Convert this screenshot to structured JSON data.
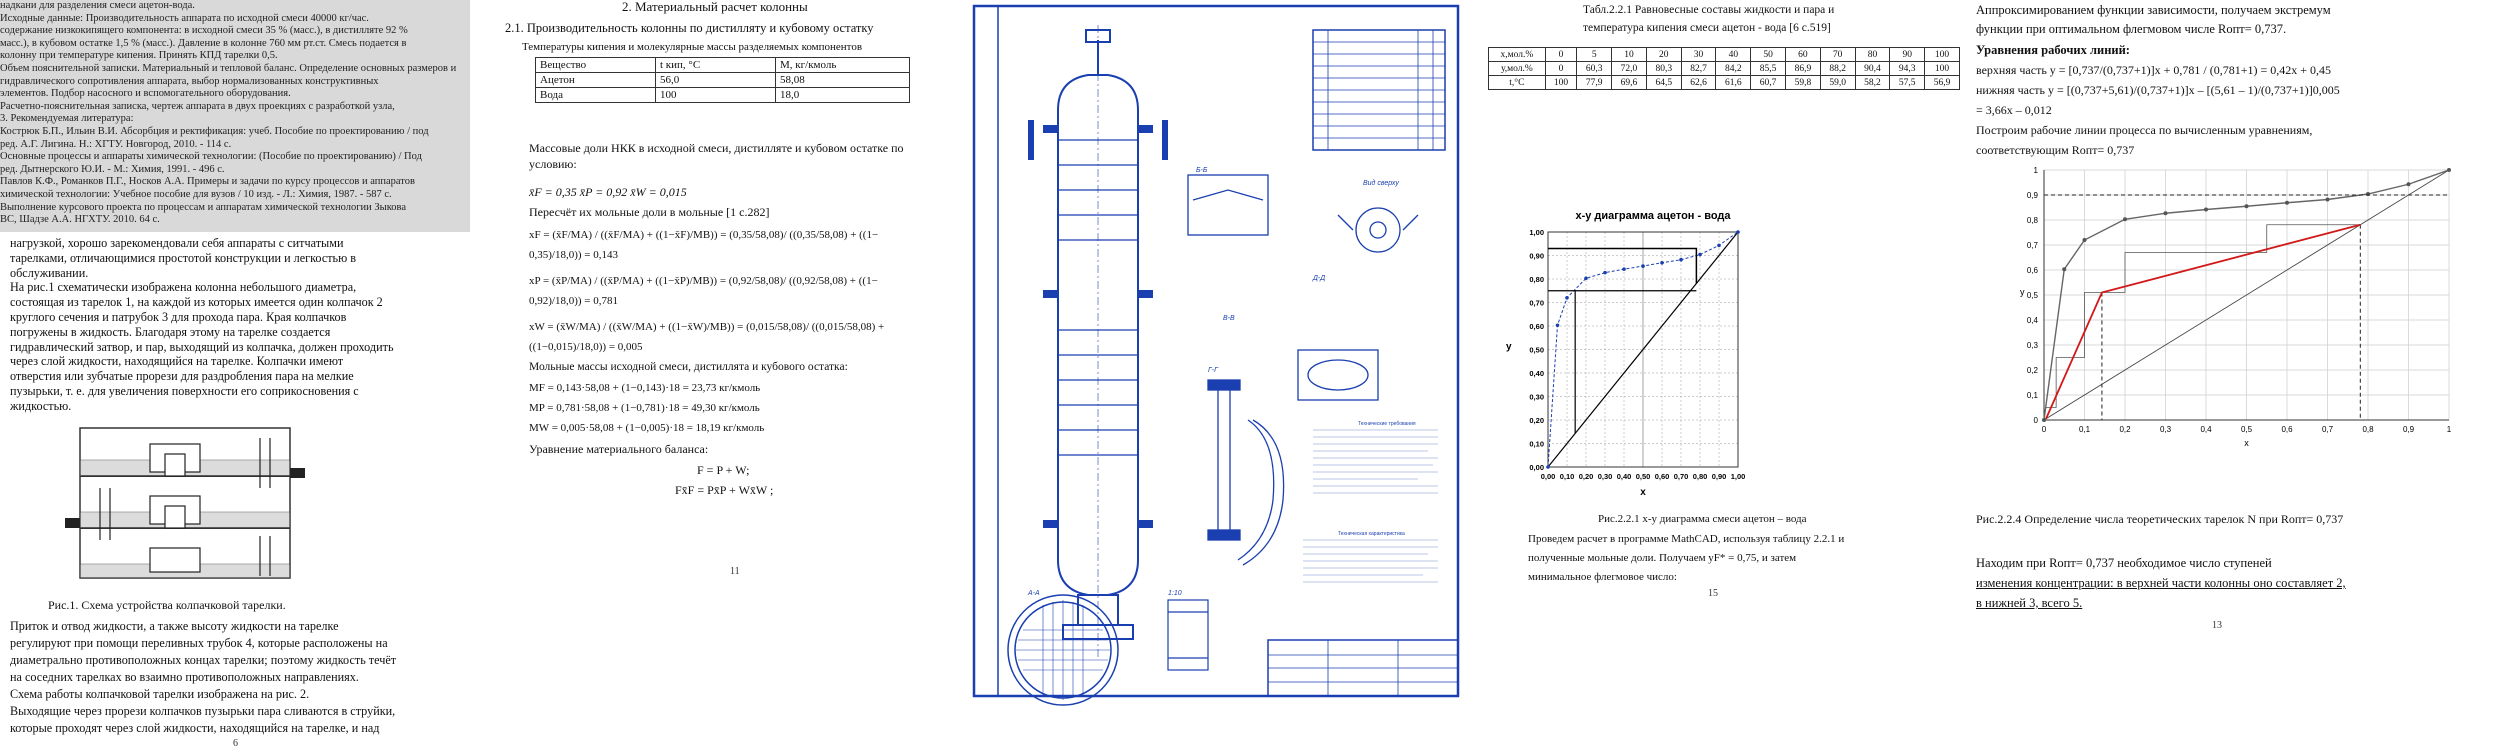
{
  "panel1": {
    "top_lines": [
      "  надкани для разделения смеси ацетон-вода.",
      "  Исходные данные: Производительность аппарата по исходной смеси 40000 кг/час.",
      "  содержание низкокипящего компонента: в исходной смеси 35 % (масс.), в дистилляте 92 %",
      "  масс.), в кубовом остатке 1,5 % (масс.). Давление в колонне 760 мм рт.ст. Смесь подается в",
      "  колонну при температуре кипения. Принять КПД тарелки 0,5.",
      "  Объем пояснительной записки. Материальный и тепловой баланс. Определение основных размеров и",
      "  гидравлического сопротивления аппарата, выбор нормализованных конструктивных",
      "  элементов. Подбор насосного и вспомогательного оборудования.",
      "  Расчетно-пояснительная записка, чертеж аппарата в двух проекциях с разработкой узла,",
      "  3. Рекомендуемая литература:",
      "  Кострюк Б.П., Ильин В.И. Абсорбция и ректификация: учеб. Пособие по проектированию / под",
      "  ред. А.Г. Лигина. Н.: ХГТУ. Новгород, 2010. - 114 с.",
      "  Основные процессы и аппараты химической технологии: (Пособие по проектированию) / Под",
      "  ред. Дытнерского Ю.И. - М.: Химия, 1991. - 496 с.",
      "  Павлов К.Ф., Романков П.Г., Носков А.А. Примеры и задачи по курсу процессов и аппаратов",
      "  химической технологии: Учебное пособие для вузов / 10 изд. - Л.: Химия, 1987. - 587 с.",
      "  Выполнение курсового проекта по процессам и аппаратам химической технологии Зыкова",
      "  ВС, Шадзе А.А. НГХТУ. 2010. 64 с."
    ],
    "body_lines": [
      "нагрузкой, хорошо зарекомендовали себя аппараты с ситчатыми",
      "тарелками, отличающимися простотой конструкции и легкостью в",
      "обслуживании.",
      "     На рис.1 схематически изображена колонна небольшого диаметра,",
      "состоящая из тарелок 1, на каждой из которых имеется один колпачок 2",
      "круглого сечения и патрубок 3 для прохода пара. Края колпачков",
      "погружены в жидкость. Благодаря этому на тарелке создается",
      "гидравлический затвор, и пар, выходящий из колпачка, должен проходить",
      "через слой жидкости, находящийся на тарелке. Колпачки имеют",
      "отверстия или зубчатые прорези для раздробления пара на мелкие",
      "пузырьки, т. е. для увеличения поверхности его соприкосновения с",
      "жидкостью."
    ],
    "caption": "Рис.1. Схема устройства колпачковой тарелки.",
    "after_lines": [
      "     Приток и отвод жидкости, а также высоту жидкости на тарелке",
      "регулируют при помощи переливных трубок 4, которые расположены на",
      "диаметрально противоположных концах тарелки; поэтому жидкость течёт",
      "на соседних тарелках во взаимно противоположных направлениях.",
      "     Схема работы колпачковой тарелки изображена на рис. 2.",
      "Выходящие через прорези колпачков пузырьки пара сливаются в струйки,",
      "которые проходят через слой жидкости, находящийся на тарелке, и над"
    ],
    "page": "6"
  },
  "panel2": {
    "section": "2.  Материальный расчет колонны",
    "subsection": "2.1. Производительность колонны по дистилляту и кубовому остатку",
    "table_title": "Температуры кипения и молекулярные массы разделяемых компонентов",
    "table": {
      "headers": [
        "Вещество",
        "t кип, °С",
        "M, кг/кмоль"
      ],
      "rows": [
        [
          "Ацетон",
          "56,0",
          "58,08"
        ],
        [
          "Вода",
          "100",
          "18,0"
        ]
      ]
    },
    "mass_fractions": "Массовые доли НКК в исходной смеси, дистилляте и кубовом   остатке по",
    "condition": "условию:",
    "values_line": "x̄F = 0,35   x̄P = 0,92   x̄W = 0,015",
    "recalc": "Пересчёт их мольные доли в мольные [1 с.282]",
    "eq1a": "xF = (x̄F/MА) / ((x̄F/MА) + ((1−x̄F)/MВ)) = (0,35/58,08)/ ((0,35/58,08) + ((1−",
    "eq1b": "0,35)/18,0)) = 0,143",
    "eq2a": "xP = (x̄P/MА) / ((x̄P/MА) + ((1−x̄P)/MВ)) = (0,92/58,08)/ ((0,92/58,08) + ((1−",
    "eq2b": "0,92)/18,0)) = 0,781",
    "eq3a": "xW = (x̄W/MА) / ((x̄W/MА) + ((1−x̄W)/MВ)) = (0,015/58,08)/ ((0,015/58,08) +",
    "eq3b": "((1−0,015)/18,0)) = 0,005",
    "molar_text": "     Мольные массы исходной смеси, дистиллята и кубового остатка:",
    "mf": "MF = 0,143·58,08 + (1−0,143)·18 = 23,73 кг/кмоль",
    "mp": "MP = 0,781·58,08 + (1−0,781)·18 = 49,30 кг/кмоль",
    "mw": "MW = 0,005·58,08 + (1−0,005)·18 = 18,19 кг/кмоль",
    "balance": "Уравнение материального баланса:",
    "balance_eq1": "F = P + W;",
    "balance_eq2": "Fx̄F = Px̄P + Wx̄W ;",
    "page": "11"
  },
  "panel3": {
    "views": [
      "Б-Б",
      "В-В",
      "А-А",
      "Г-Г",
      "Д-Д",
      "1:10",
      "Вид сверху"
    ],
    "notes_title": "Технические требования",
    "specs_title": "Техническая характеристика"
  },
  "panel4": {
    "table_caption1": "Табл.2.2.1 Равновесные   составы   жидкости   и   пара   и",
    "table_caption2": "температура кипения смеси ацетон - вода [6 с.519]",
    "table": {
      "rows": [
        [
          "х,мол.%",
          "0",
          "5",
          "10",
          "20",
          "30",
          "40",
          "50",
          "60",
          "70",
          "80",
          "90",
          "100"
        ],
        [
          "у,мол.%",
          "0",
          "60,3",
          "72,0",
          "80,3",
          "82,7",
          "84,2",
          "85,5",
          "86,9",
          "88,2",
          "90,4",
          "94,3",
          "100"
        ],
        [
          "t,°С",
          "100",
          "77,9",
          "69,6",
          "64,5",
          "62,6",
          "61,6",
          "60,7",
          "59,8",
          "59,0",
          "58,2",
          "57,5",
          "56,9"
        ]
      ]
    },
    "chart_title": "x-y диаграмма ацетон - вода",
    "y_label": "y",
    "x_label": "x",
    "caption": "Рис.2.2.1 х-у диаграмма смеси ацетон – вода",
    "text1": "     Проведем расчет в программе MathCAD, используя таблицу 2.2.1 и",
    "text2": "полученные мольные доли. Получаем yF* = 0,75, и затем",
    "text3": "минимальное флегмовое число:",
    "page": "15"
  },
  "panel5": {
    "line1": "Аппроксимированием функции зависимости, получаем экстремум",
    "line2": "функции при оптимальном флегмовом числе Rопт= 0,737.",
    "line3": "Уравнения рабочих линий:",
    "line4": "верхняя часть у = [0,737/(0,737+1)]x + 0,781 / (0,781+1) = 0,42x + 0,45",
    "line5": "нижняя часть у = [(0,737+5,61)/(0,737+1)]x – [(5,61 – 1)/(0,737+1)]0,005",
    "line6": "= 3,66x – 0,012",
    "line7": "Построим рабочие линии процесса по вычисленным уравнениям,",
    "line8": "соответствующим Rопт= 0,737",
    "y_label": "y",
    "x_label": "x",
    "caption": "Рис.2.2.4 Определение числа теоретических тарелок N при Rопт= 0,737",
    "text1": "     Находим   при   Rопт= 0,737  необходимое    число    ступеней",
    "text2": "изменения концентрации: в верхней части колонны оно  составляет 2,",
    "text3": "в  нижней 3, всего 5.",
    "page": "13"
  },
  "chart_data": [
    {
      "type": "line",
      "title": "x-y диаграмма ацетон - вода",
      "xlabel": "x",
      "ylabel": "y",
      "xlim": [
        0,
        1
      ],
      "ylim": [
        0,
        1
      ],
      "x_ticks": [
        "0,00",
        "0,10",
        "0,20",
        "0,30",
        "0,40",
        "0,50",
        "0,60",
        "0,70",
        "0,80",
        "0,90",
        "1,00"
      ],
      "y_ticks": [
        "0,00",
        "0,10",
        "0,20",
        "0,30",
        "0,40",
        "0,50",
        "0,60",
        "0,70",
        "0,80",
        "0,90",
        "1,00"
      ],
      "grid": true,
      "series": [
        {
          "x": [
            0,
            0.05,
            0.1,
            0.2,
            0.3,
            0.4,
            0.5,
            0.6,
            0.7,
            0.8,
            0.9,
            1.0
          ],
          "y": [
            0,
            0.603,
            0.72,
            0.803,
            0.827,
            0.842,
            0.855,
            0.869,
            0.882,
            0.904,
            0.943,
            1.0
          ]
        },
        {
          "x": [
            0,
            1
          ],
          "y": [
            0,
            1
          ]
        }
      ]
    },
    {
      "type": "line",
      "xlabel": "x",
      "ylabel": "y",
      "xlim": [
        0,
        1
      ],
      "ylim": [
        0,
        1
      ],
      "x_ticks": [
        "0",
        "0,1",
        "0,2",
        "0,3",
        "0,4",
        "0,5",
        "0,6",
        "0,7",
        "0,8",
        "0,9",
        "1"
      ],
      "y_ticks": [
        "0",
        "0,1",
        "0,2",
        "0,3",
        "0,4",
        "0,5",
        "0,6",
        "0,7",
        "0,8",
        "0,9",
        "1"
      ],
      "grid": true,
      "series": [
        {
          "x": [
            0,
            0.05,
            0.1,
            0.2,
            0.3,
            0.4,
            0.5,
            0.6,
            0.7,
            0.8,
            0.9,
            1.0
          ],
          "y": [
            0,
            0.603,
            0.72,
            0.803,
            0.827,
            0.842,
            0.855,
            0.869,
            0.882,
            0.904,
            0.943,
            1.0
          ]
        },
        {
          "x": [
            0,
            1
          ],
          "y": [
            0,
            1
          ]
        },
        {
          "x": [
            0.005,
            0.143,
            0.781
          ],
          "y": [
            0.005,
            0.51,
            0.781
          ]
        }
      ]
    }
  ]
}
